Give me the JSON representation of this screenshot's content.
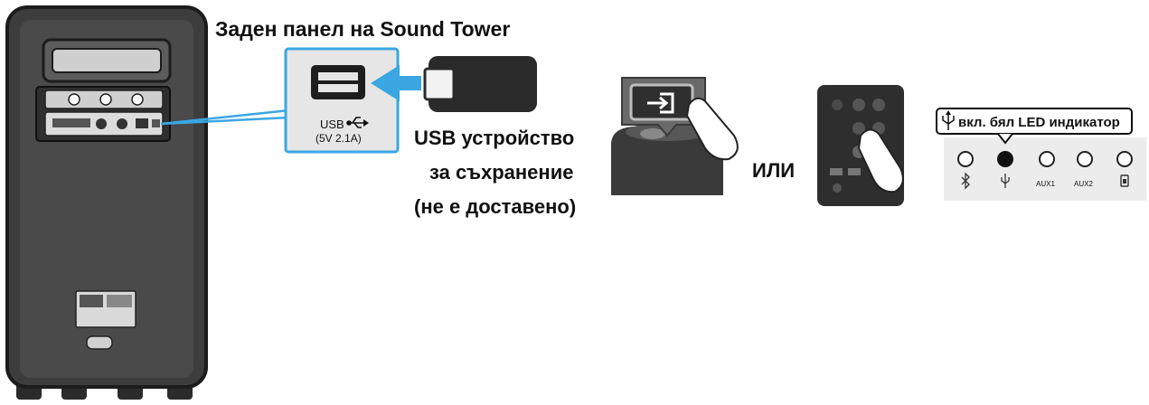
{
  "tower": {
    "title": "Заден панел на Sound Tower"
  },
  "usb_port": {
    "label": "USB",
    "spec": "(5V 2.1A)",
    "symbol": "usb-icon"
  },
  "usb_device": {
    "line1": "USB устройство",
    "line2": "за съхранение",
    "line3": "(не е доставено)"
  },
  "connector": {
    "word": "ИЛИ"
  },
  "led_panel": {
    "callout": "вкл. бял LED индикатор",
    "labels": [
      "AUX1",
      "AUX2"
    ]
  },
  "colors": {
    "accent_blue": "#3aa7e3",
    "panel_gray": "#e6e6e6",
    "tower_dark": "#3a3a3a"
  }
}
